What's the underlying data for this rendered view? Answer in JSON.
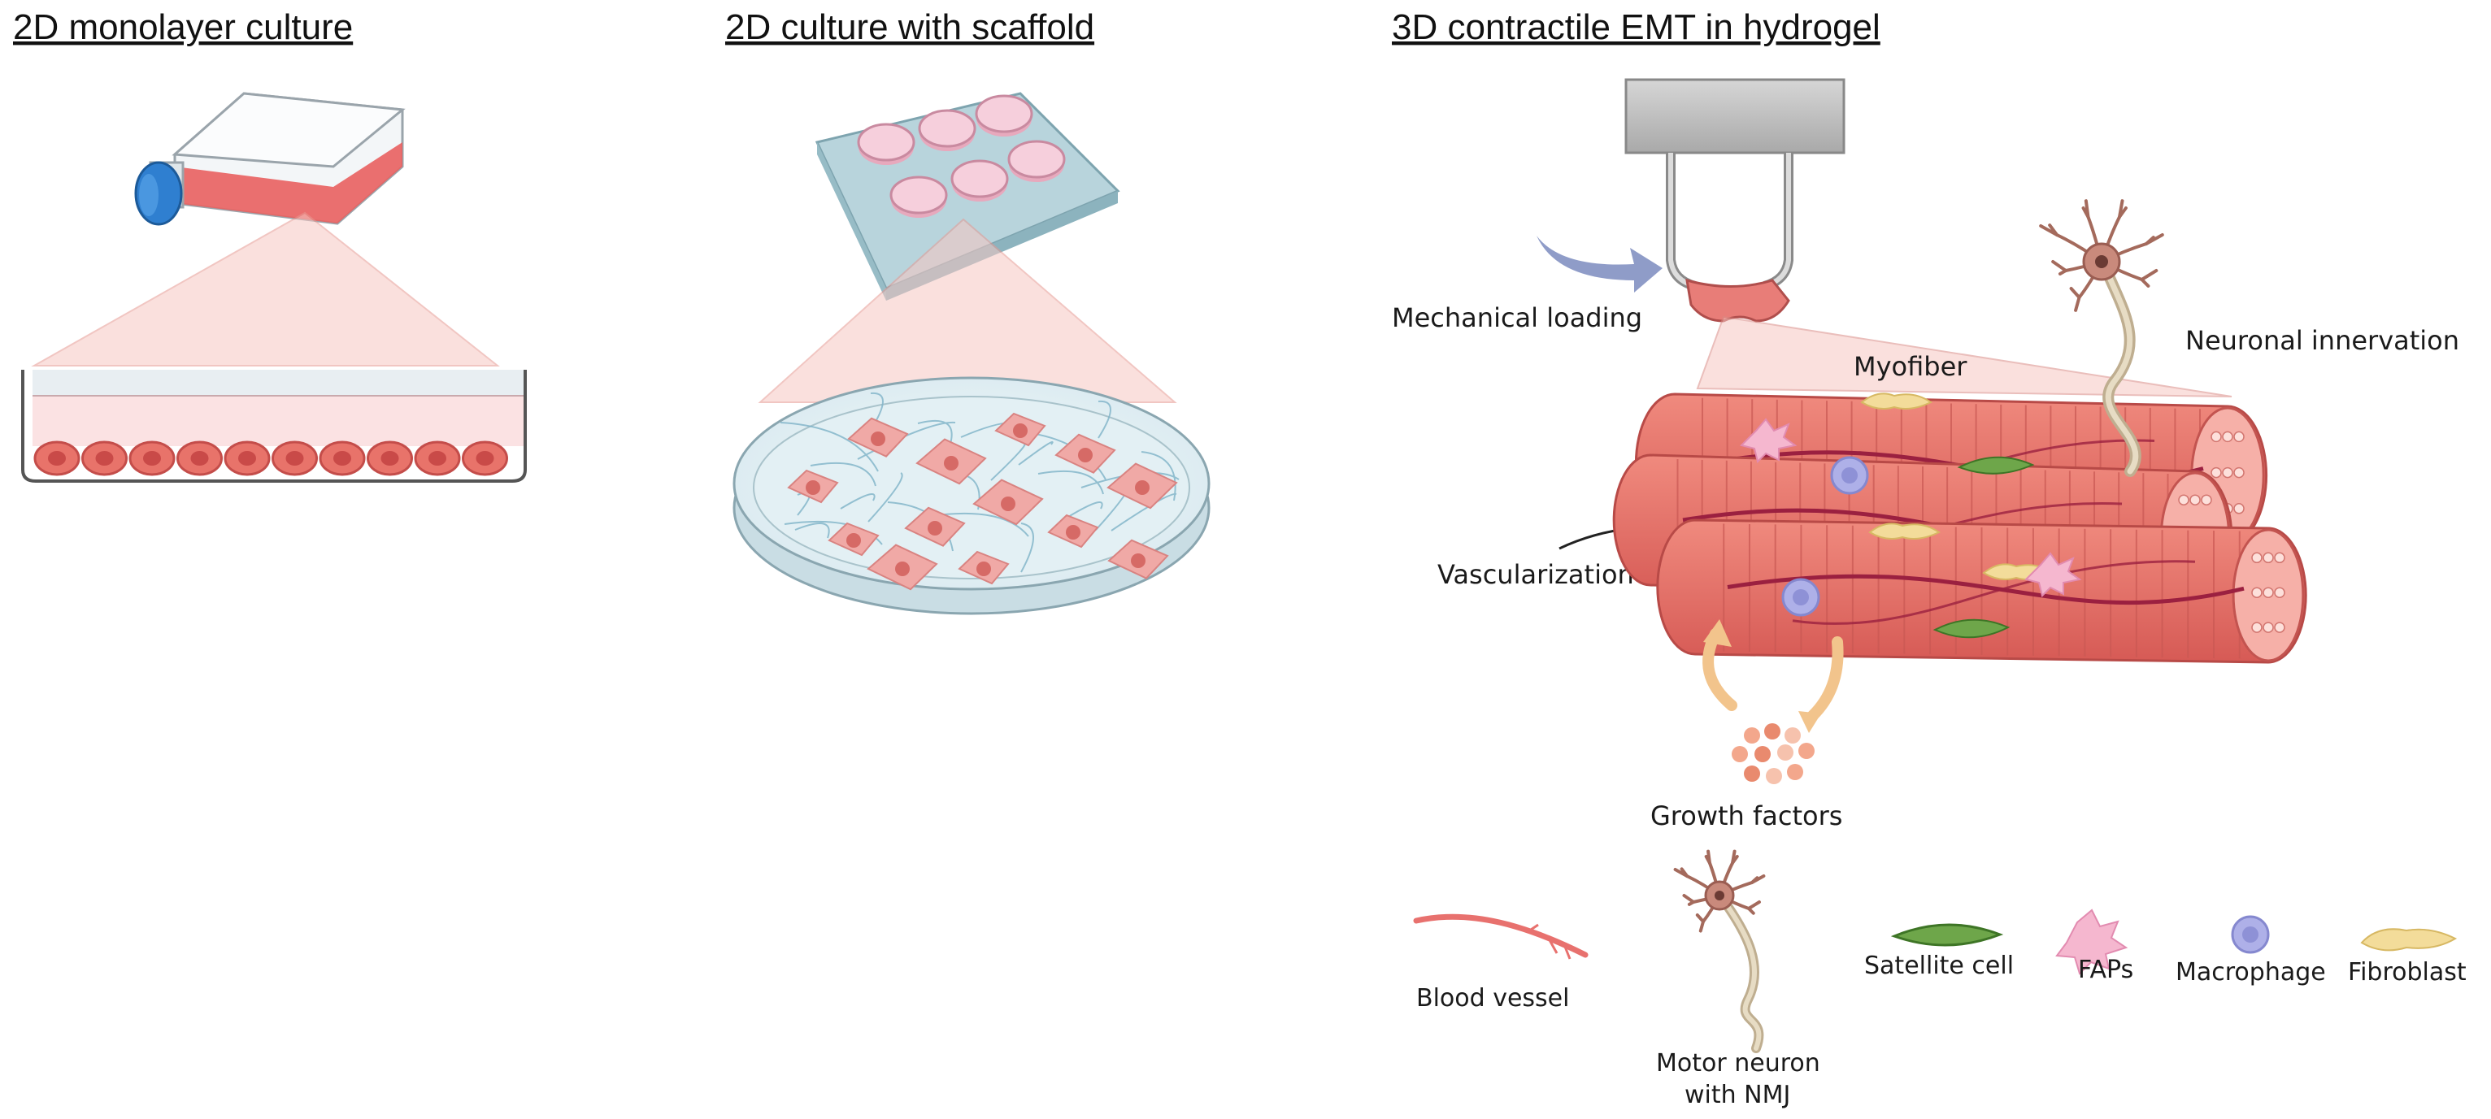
{
  "panels": {
    "monolayer": {
      "title": "2D monolayer culture"
    },
    "scaffold": {
      "title": "2D culture with scaffold"
    },
    "emt": {
      "title": "3D contractile EMT in hydrogel"
    }
  },
  "labels": {
    "mechanical_loading": "Mechanical loading",
    "myofiber": "Myofiber",
    "neuronal_innervation": "Neuronal innervation",
    "vascularization": "Vascularization",
    "growth_factors": "Growth factors"
  },
  "legend": {
    "blood_vessel": "Blood vessel",
    "motor_neuron_line1": "Motor neuron",
    "motor_neuron_line2": "with NMJ",
    "satellite_cell": "Satellite cell",
    "faps": "FAPs",
    "macrophage": "Macrophage",
    "fibroblast": "Fibroblast"
  },
  "colors": {
    "muscle": "#e8736a",
    "muscle_dark": "#c94a48",
    "vessel": "#9b2040",
    "cell_pink": "#f0a9a6",
    "cap_blue": "#2f7fd0",
    "satellite": "#6ea64a",
    "macrophage": "#aeb0e8",
    "fibroblast": "#f3dc9a",
    "fap": "#f5b7cf"
  }
}
